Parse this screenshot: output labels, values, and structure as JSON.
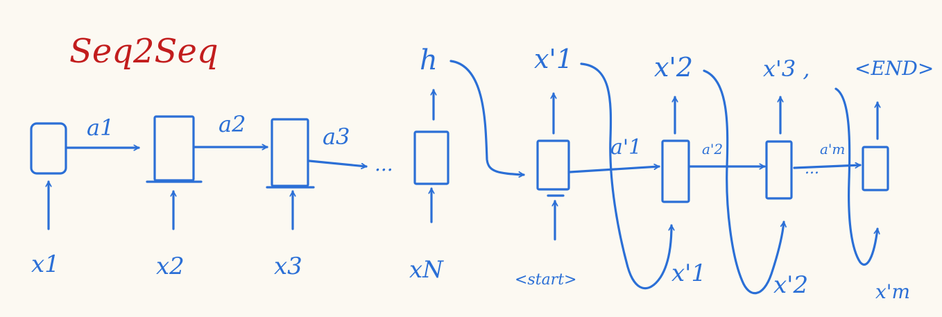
{
  "title": "Seq2Seq",
  "colors": {
    "ink": "#2b6fd6",
    "title": "#c21d1d",
    "background": "#fcf9f2"
  },
  "encoder": {
    "inputs": [
      "x1",
      "x2",
      "x3",
      "xN"
    ],
    "hidden_labels": [
      "a1",
      "a2",
      "a3"
    ],
    "ellipsis": "...",
    "output": "h"
  },
  "decoder": {
    "start_token": "<start>",
    "outputs": [
      "x'1",
      "x'2",
      "x'3 ,",
      "<END>"
    ],
    "hidden_labels": [
      "a'1",
      "a'2",
      "a'm"
    ],
    "fed_inputs": [
      "x'1",
      "x'2",
      "x'm"
    ],
    "ellipsis": "..."
  }
}
